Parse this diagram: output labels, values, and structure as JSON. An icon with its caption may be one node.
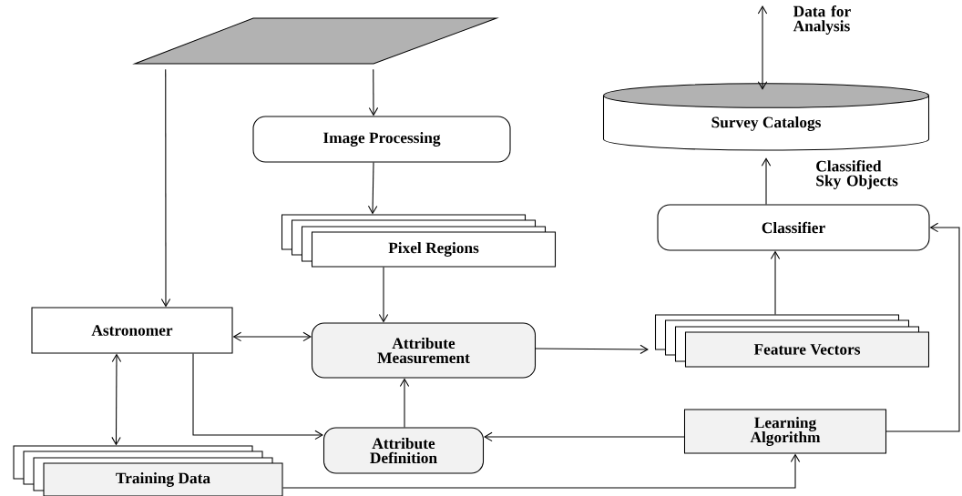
{
  "diagram": {
    "nodes": [
      {
        "text": [],
        "shape": "parallelogram"
      },
      {
        "text": [
          "Image Processing"
        ]
      },
      {
        "text": [
          "Pixel Regions"
        ]
      },
      {
        "text": [
          "Survey Catalogs"
        ]
      },
      {
        "text": [
          "Classifier"
        ]
      },
      {
        "text": [
          "Astronomer"
        ]
      },
      {
        "text": [
          "Attribute Measurement"
        ]
      },
      {
        "text": [
          "Feature Vectors"
        ]
      },
      {
        "text": [
          "Training Data"
        ]
      },
      {
        "text": [
          "Attribute Definition"
        ]
      },
      {
        "text": [
          "Learning Algorithm"
        ]
      }
    ],
    "edges": [
      {
        "from": 0,
        "to": 1,
        "arrow": "to"
      },
      {
        "from": 1,
        "to": 2,
        "arrow": "to"
      },
      {
        "from": 0,
        "to": 5,
        "arrow": "to"
      },
      {
        "from": 2,
        "to": 6,
        "arrow": "to"
      },
      {
        "from": 5,
        "to": 6,
        "arrow": "both"
      },
      {
        "from": 6,
        "to": 7,
        "arrow": "to"
      },
      {
        "from": 7,
        "to": 4,
        "arrow": "to"
      },
      {
        "from": 4,
        "to": 3,
        "arrow": "to",
        "label": "Classified Sky Objects"
      },
      {
        "from": null,
        "to": 3,
        "arrow": "both",
        "label": "Data for Analysis"
      },
      {
        "from": 5,
        "to": 8,
        "arrow": "both"
      },
      {
        "from": 5,
        "to": 9,
        "arrow": "to"
      },
      {
        "from": 9,
        "to": 6,
        "arrow": "to"
      },
      {
        "from": 10,
        "to": 9,
        "arrow": "to"
      },
      {
        "from": 8,
        "to": 10,
        "arrow": "to"
      },
      {
        "from": 10,
        "to": 4,
        "arrow": "to"
      }
    ]
  }
}
